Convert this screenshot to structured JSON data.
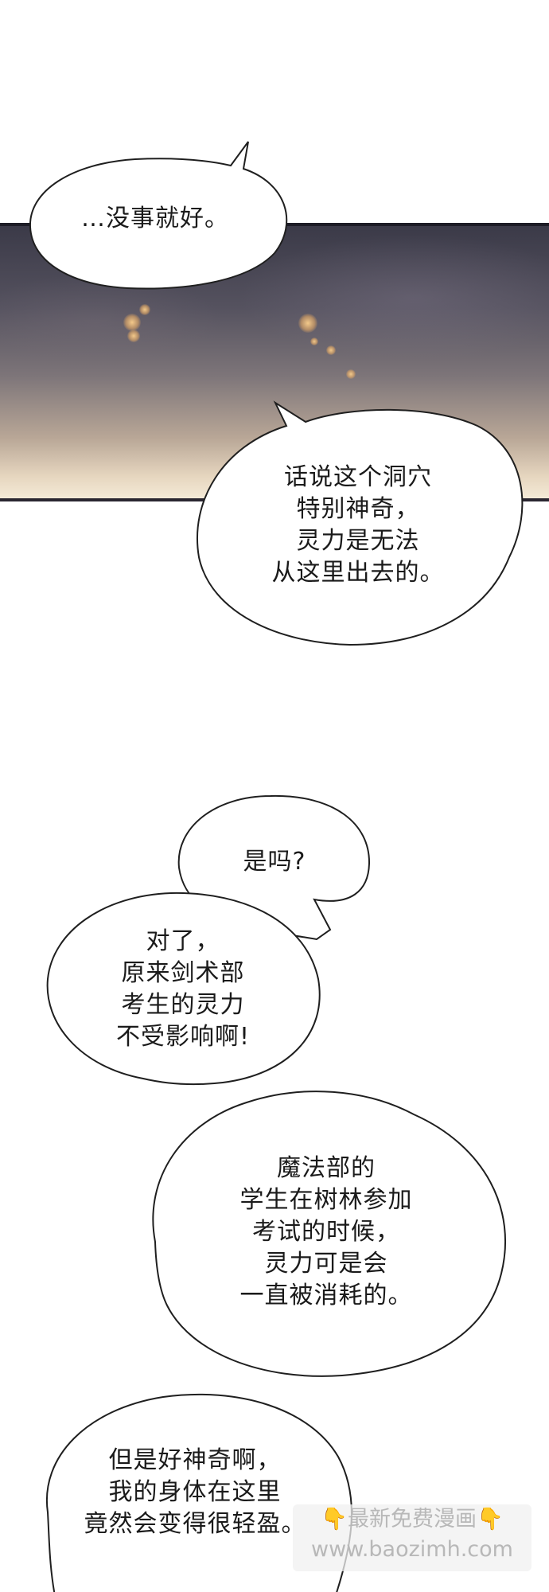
{
  "bubbles": {
    "b1": "…没事就好。",
    "b2": "话说这个洞穴\n特别神奇，\n灵力是无法\n从这里出去的。",
    "b3": "是吗?",
    "b4": "对了，\n原来剑术部\n考生的灵力\n不受影响啊!",
    "b5": "魔法部的\n学生在树林参加\n考试的时候，\n灵力可是会\n一直被消耗的。",
    "b6": "但是好神奇啊，\n我的身体在这里\n竟然会变得很轻盈。"
  },
  "watermark": {
    "line1": "👇最新免费漫画👇",
    "line2": "www.baozimh.com"
  }
}
